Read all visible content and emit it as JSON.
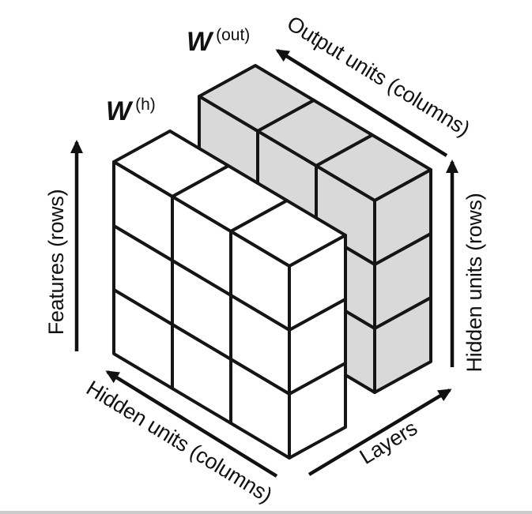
{
  "diagram": {
    "matrices": [
      {
        "id": "w-h",
        "symbol": "W",
        "superscript": "(h)",
        "rows": 3,
        "cols": 3,
        "fill": "#ffffff"
      },
      {
        "id": "w-out",
        "symbol": "W",
        "superscript": "(out)",
        "rows": 3,
        "cols": 3,
        "fill": "#d9d9d9"
      }
    ],
    "axis_labels": {
      "features": "Features (rows)",
      "hidden_columns": "Hidden units (columns)",
      "output_columns": "Output units (columns)",
      "hidden_rows": "Hidden units (rows)",
      "layers": "Layers"
    },
    "colors": {
      "background": "#ffffff",
      "line": "#151515",
      "bottom_strip": "#cbcbcb"
    }
  }
}
